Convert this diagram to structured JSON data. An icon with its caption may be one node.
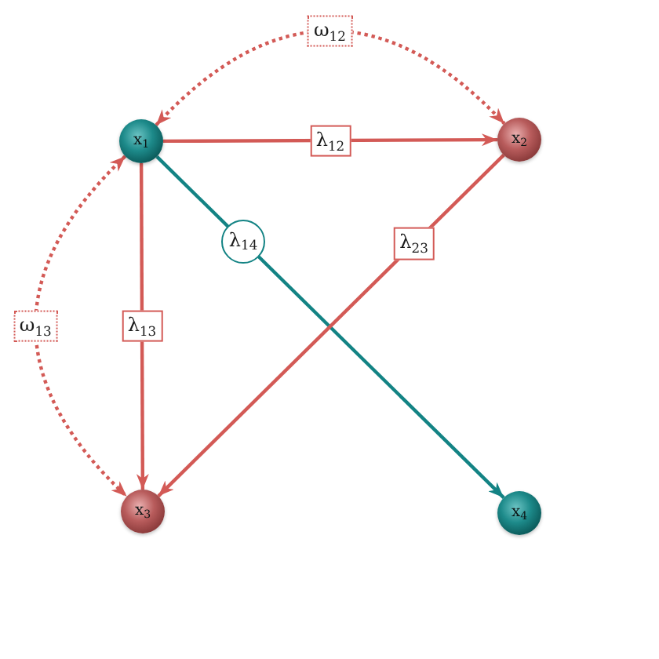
{
  "diagram": {
    "nodes": [
      {
        "text": [
          "x$_{1}$"
        ]
      },
      {
        "text": [
          "x$_{2}$"
        ]
      },
      {
        "text": [
          "x$_{3}$"
        ]
      },
      {
        "text": [
          "x$_{4}$"
        ]
      }
    ],
    "edges": [
      {
        "from": 0,
        "to": 1,
        "arrow": "both",
        "label": "ω$_{12}$",
        "style": "dashed"
      },
      {
        "from": 0,
        "to": 1,
        "arrow": "to",
        "label": "λ$_{12}$"
      },
      {
        "from": 0,
        "to": 2,
        "arrow": "both",
        "label": "ω$_{13}$",
        "style": "dashed"
      },
      {
        "from": 0,
        "to": 2,
        "arrow": "to",
        "label": "λ$_{13}$"
      },
      {
        "from": 0,
        "to": 3,
        "arrow": "to",
        "label": "λ$_{14}$",
        "color": "#138384"
      },
      {
        "from": 1,
        "to": 2,
        "arrow": "to",
        "label": "λ$_{23}$"
      }
    ]
  }
}
